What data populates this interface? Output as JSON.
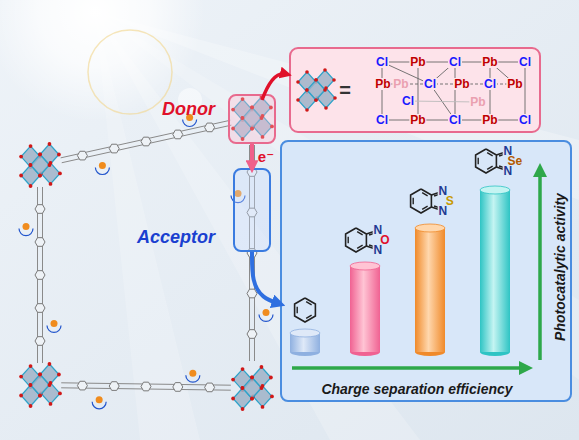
{
  "diagram": {
    "nodes": [
      {
        "text": [
          "Donor"
        ]
      },
      {
        "text": [
          "Acceptor"
        ]
      },
      {
        "text": [
          "Charge separation efficiency",
          "Photocatalytic activity"
        ]
      }
    ],
    "edges": [
      {
        "from": 0,
        "to": 1,
        "arrow": "to",
        "label": "e⁻"
      },
      {
        "from": 1,
        "to": 2,
        "arrow": "to"
      }
    ],
    "labels": [
      "=",
      "Cl",
      "Pb",
      "Cl",
      "Pb",
      "Cl",
      "Pb",
      "Pb",
      "Cl",
      "Pb",
      "Cl",
      "Pb",
      "Cl",
      "Pb",
      "Cl",
      "Pb",
      "Cl",
      "Pb",
      "Cl",
      "N",
      "O",
      "N",
      "N",
      "S",
      "N",
      "N",
      "Se",
      "N"
    ]
  }
}
